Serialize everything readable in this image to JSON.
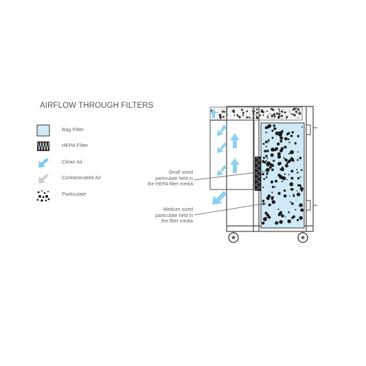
{
  "title": "AIRFLOW THROUGH FILTERS",
  "legend": [
    {
      "key": "bag",
      "label": "Bag Filter",
      "icon": "bag-filter-icon"
    },
    {
      "key": "hepa",
      "label": "HEPA Filter",
      "icon": "hepa-filter-icon"
    },
    {
      "key": "clean",
      "label": "Clean Air",
      "icon": "clean-air-arrow-icon"
    },
    {
      "key": "cont",
      "label": "Contaminated Air",
      "icon": "contaminated-air-arrow-icon"
    },
    {
      "key": "part",
      "label": "Particulate",
      "icon": "particulate-icon"
    }
  ],
  "callouts": {
    "small": [
      "Small sized",
      "particulate held in",
      "the HEPA filter media"
    ],
    "medium": [
      "Medium sized",
      "particulate held in",
      "the filter media"
    ]
  },
  "colors": {
    "bag_fill": "#cfeaf6",
    "bag_stroke": "#333333",
    "clean_arrow": "#7ec8ea",
    "cont_arrow": "#c8c8c8",
    "frame": "#444444"
  }
}
